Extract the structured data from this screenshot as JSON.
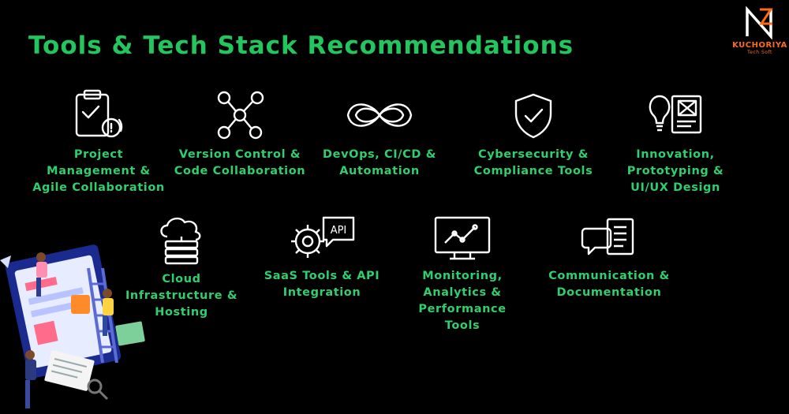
{
  "title": "Tools & Tech Stack Recommendations",
  "logo": {
    "brand": "KUCHORIYA",
    "sub": "Tech Soft"
  },
  "colors": {
    "accent": "#22c55e",
    "icon": "#ffffff",
    "brand": "#ff6a1a",
    "background": "#000000"
  },
  "items": [
    {
      "label": "Project Management & Agile Collaboration",
      "icon": "clipboard-icon"
    },
    {
      "label": "Version Control & Code Collaboration",
      "icon": "branch-nodes-icon"
    },
    {
      "label": "DevOps, CI/CD & Automation",
      "icon": "infinity-icon"
    },
    {
      "label": "Cybersecurity & Compliance Tools",
      "icon": "shield-check-icon"
    },
    {
      "label": "Innovation, Prototyping & UI/UX Design",
      "icon": "lightbulb-wireframe-icon"
    },
    {
      "label": "Cloud Infrastructure & Hosting",
      "icon": "cloud-server-icon"
    },
    {
      "label": "SaaS Tools & API Integration",
      "icon": "gear-api-icon",
      "api_text": "API"
    },
    {
      "label": "Monitoring, Analytics & Performance Tools",
      "icon": "monitor-chart-icon"
    },
    {
      "label": "Communication & Documentation",
      "icon": "chat-document-icon"
    }
  ]
}
